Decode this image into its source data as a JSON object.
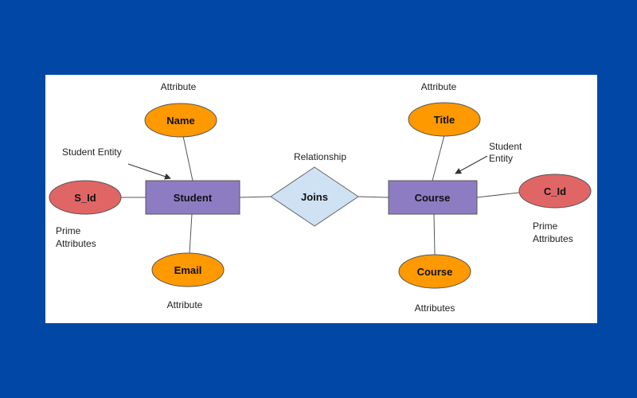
{
  "diagram": {
    "colors": {
      "page_background": "#0147a6",
      "canvas_background": "#ffffff",
      "entity_fill": "#8e7cc3",
      "attribute_fill": "#ff9900",
      "key_attribute_fill": "#e06666",
      "relationship_fill": "#cfe2f3"
    },
    "entities": {
      "student": "Student",
      "course": "Course"
    },
    "relationship": "Joins",
    "attributes": {
      "name": "Name",
      "email": "Email",
      "s_id": "S_Id",
      "title": "Title",
      "course": "Course",
      "c_id": "C_Id"
    },
    "annotations": {
      "attribute_top_left": "Attribute",
      "attribute_top_right": "Attribute",
      "attribute_bottom_left": "Attribute",
      "attributes_bottom_right": "Attributes",
      "relationship_label": "Relationship",
      "student_entity_left": "Student Entity",
      "student_entity_right_line1": "Student",
      "student_entity_right_line2": "Entity",
      "prime_left_line1": "Prime",
      "prime_left_line2": "Attributes",
      "prime_right_line1": "Prime",
      "prime_right_line2": "Attributes"
    }
  }
}
